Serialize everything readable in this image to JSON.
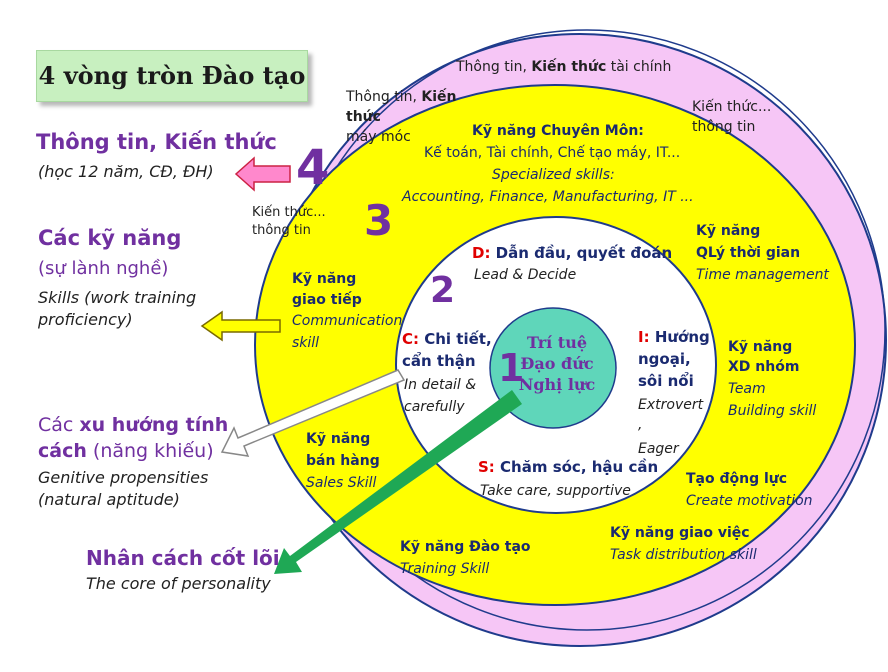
{
  "title": "4 vòng tròn Đào tạo",
  "numbers": {
    "n1": "1",
    "n2": "2",
    "n3": "3",
    "n4": "4"
  },
  "left_labels": {
    "l1_title": "Thông tin, Kiến thức",
    "l1_sub": "(học 12 năm, CĐ, ĐH)",
    "l2_title": "Các kỹ năng",
    "l2_sub": "(sự lành nghề)",
    "l2_en1": "Skills (work training",
    "l2_en2": "proficiency)",
    "l3_pre": "Các ",
    "l3_bold1": "xu hướng tính",
    "l3_bold2": "cách",
    "l3_post": " (năng khiếu)",
    "l3_en1": "Genitive propensities",
    "l3_en2": "(natural aptitude)",
    "l4_title": "Nhân cách cốt lõi",
    "l4_en": "The core of personality"
  },
  "ring4": {
    "top": "Thông tin, ",
    "top_bold": "Kiến thức",
    "top_post": " tài chính",
    "a1": "Thông tin, ",
    "a1b": "Kiến",
    "a2": "thức",
    "a3": "máy móc",
    "r1": "Kiến thức...",
    "r2": "thông tin",
    "k1": "Kiến thức...",
    "k2": "thông tin"
  },
  "ring3": {
    "spec1": "Kỹ năng Chuyên Môn:",
    "spec2": "Kế toán, Tài chính, Chế tạo máy, IT...",
    "spec3": "Specialized skills:",
    "spec4": "Accounting, Finance, Manufacturing, IT ...",
    "time1": "Kỹ năng",
    "time2": "QLý thời gian",
    "time3": "Time management",
    "comm1": "Kỹ năng",
    "comm2": "giao tiếp",
    "comm3": "Communication",
    "comm4": "skill",
    "team1": "Kỹ năng",
    "team2": "XD nhóm",
    "team3": "Team",
    "team4": "Building skill",
    "sales1": "Kỹ năng",
    "sales2": "bán hàng",
    "sales3": "Sales Skill",
    "motiv1": "Tạo động lực",
    "motiv2": "Create motivation",
    "task1": "Kỹ năng giao việc",
    "task2": "Task distribution skill",
    "train1": "Kỹ năng Đào tạo",
    "train2": "Training Skill"
  },
  "ring2": {
    "d_letter": "D:",
    "d_text": " Dẫn đầu, quyết đoán",
    "d_en": "Lead & Decide",
    "c_letter": "C:",
    "c_text": " Chi tiết,",
    "c_text2": "cẩn thận",
    "c_en1": "In detail &",
    "c_en2": "carefully",
    "i_letter": "I:",
    "i_text": " Hướng",
    "i_text2": "ngoại,",
    "i_text3": "sôi nổi",
    "i_en1": "Extrovert",
    "i_en2": ",",
    "i_en3": "Eager",
    "s_letter": "S:",
    "s_text": " Chăm sóc, hậu cần",
    "s_en": "Take care, supportive"
  },
  "core": {
    "c1": "Trí tuệ",
    "c2": "Đạo đức",
    "c3": "Nghị lực"
  },
  "colors": {
    "ring4": "#f6c6f6",
    "ring3": "#ffff00",
    "ring2": "#ffffff",
    "core": "#5fd6ba",
    "ring_stroke": "#1f3b8c",
    "purple": "#7030a0",
    "arrow_green": "#1fa855",
    "arrow_pink": "#ff88cc",
    "arrow_yellow": "#ffff00"
  }
}
